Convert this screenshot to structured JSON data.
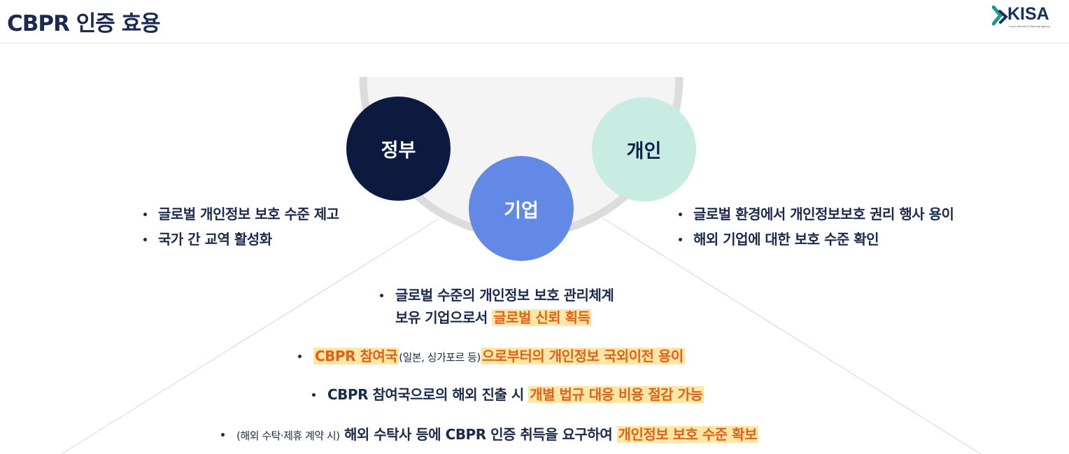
{
  "header": {
    "title": "CBPR 인증 효용",
    "logo_text": "KISA",
    "logo_subtitle": "Korea Internet & Security Agency"
  },
  "circles": {
    "government": "정부",
    "enterprise": "기업",
    "individual": "개인"
  },
  "government_benefits": [
    "글로벌 개인정보 보호 수준 제고",
    "국가 간 교역 활성화"
  ],
  "individual_benefits": [
    "글로벌 환경에서 개인정보보호 권리 행사 용이",
    "해외 기업에 대한 보호 수준 확인"
  ],
  "enterprise_benefits": {
    "item1_line1": "글로벌 수준의 개인정보 보호 관리체계",
    "item1_line2_plain": "보유 기업으로서 ",
    "item1_line2_highlight": "글로벌 신뢰 획득",
    "item2_highlight_a": "CBPR 참여국",
    "item2_small": "(일본, 싱가포르 등)",
    "item2_highlight_b": "으로부터의 개인정보 국외이전 용이",
    "item3_plain": "CBPR 참여국으로의 해외 진출 시 ",
    "item3_highlight": "개별 법규 대응 비용 절감 가능",
    "item4_small": "(해외 수탁·제휴 계약 시)",
    "item4_plain": " 해외 수탁사 등에 CBPR 인증 취득을 요구하여 ",
    "item4_highlight": "개인정보 보호 수준 확보"
  },
  "colors": {
    "government_circle": "#0c1a3f",
    "enterprise_circle": "#6289e6",
    "individual_circle": "#c8ebe2",
    "highlight_bg": "#fde7a6",
    "highlight_text": "#e0621a",
    "text": "#1a2a4a"
  }
}
